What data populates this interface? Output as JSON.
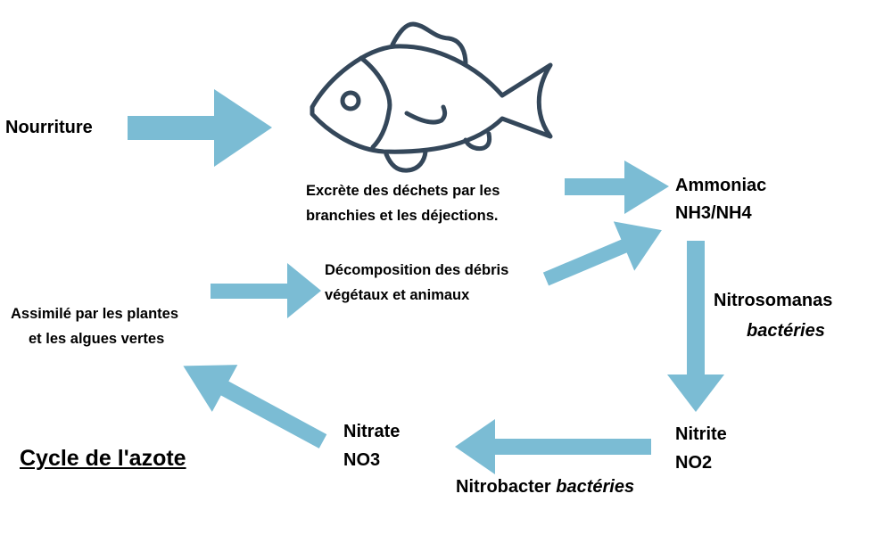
{
  "colors": {
    "arrow": "#7bbcd4",
    "fish": "#34475a"
  },
  "icons": {
    "fish": "fish-icon"
  },
  "labels": {
    "nourriture": "Nourriture",
    "excrete_line1": "Excrète des déchets par les",
    "excrete_line2": "branchies et les déjections.",
    "ammoniac_line1": "Ammoniac",
    "ammoniac_line2": "NH3/NH4",
    "decomposition_line1": "Décomposition des débris",
    "decomposition_line2": "végétaux et animaux",
    "nitrosomanas": "Nitrosomanas",
    "nitrosomanas_bacteria": "bactéries",
    "assimile_line1": "Assimilé par les plantes",
    "assimile_line2": "et les algues vertes",
    "nitrite_line1": "Nitrite",
    "nitrite_line2": "NO2",
    "nitrate_line1": "Nitrate",
    "nitrate_line2": "NO3",
    "nitrobacter": "Nitrobacter",
    "nitrobacter_bacteria": "bactéries",
    "title": "Cycle de l'azote"
  }
}
